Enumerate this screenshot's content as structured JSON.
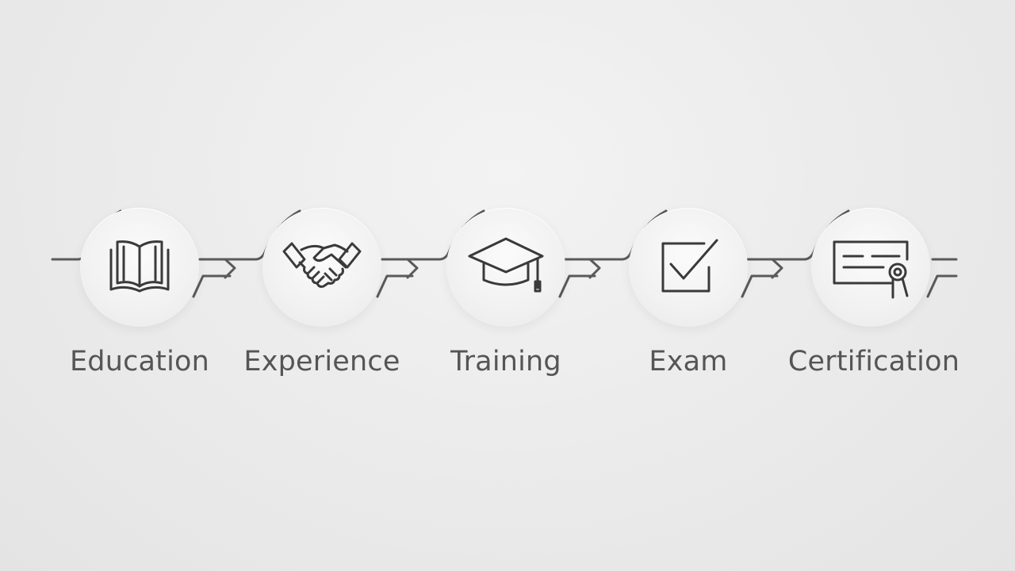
{
  "steps": [
    {
      "label": "Education",
      "icon": "open-book-icon"
    },
    {
      "label": "Experience",
      "icon": "handshake-icon"
    },
    {
      "label": "Training",
      "icon": "graduation-cap-icon"
    },
    {
      "label": "Exam",
      "icon": "checkbox-icon"
    },
    {
      "label": "Certification",
      "icon": "certificate-icon"
    }
  ],
  "colors": {
    "line": "#5a5a5a",
    "icon": "#3a3a3a",
    "label": "#555555",
    "background": "#ececec"
  }
}
